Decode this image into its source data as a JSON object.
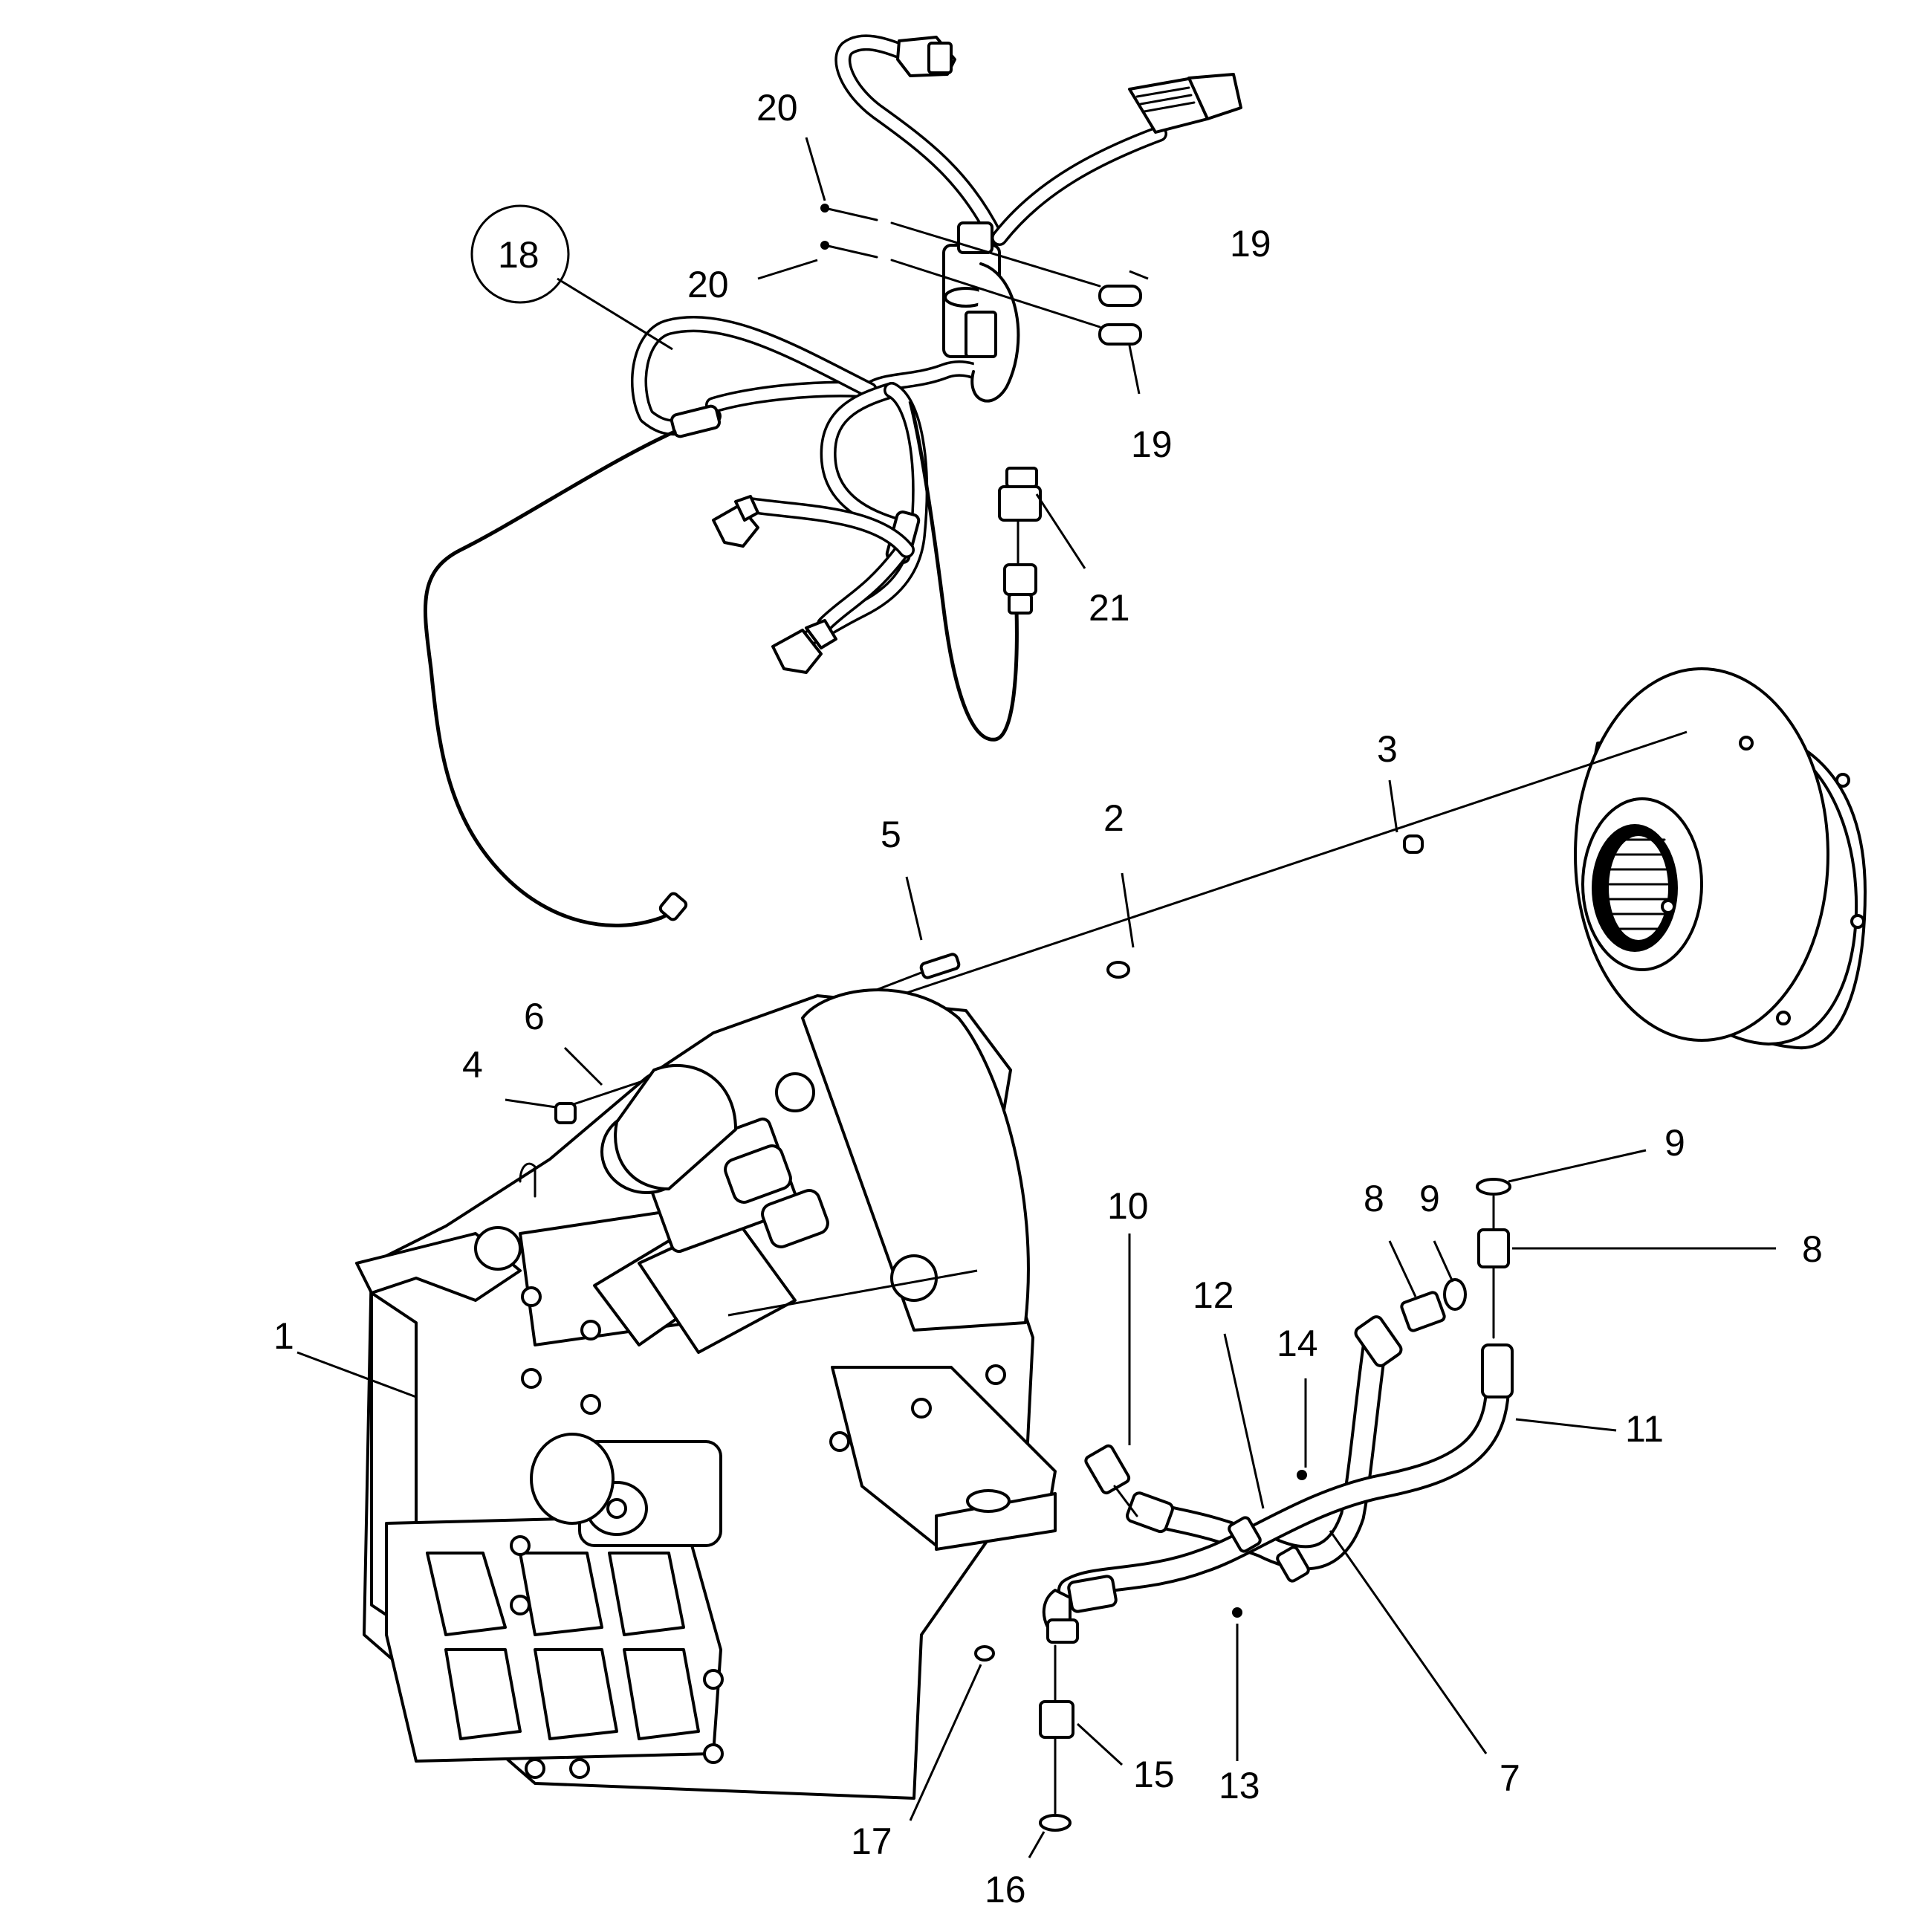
{
  "callouts": [
    {
      "id": "1",
      "label": "1"
    },
    {
      "id": "2",
      "label": "2"
    },
    {
      "id": "3",
      "label": "3"
    },
    {
      "id": "4",
      "label": "4"
    },
    {
      "id": "5",
      "label": "5"
    },
    {
      "id": "6",
      "label": "6"
    },
    {
      "id": "7",
      "label": "7"
    },
    {
      "id": "8a",
      "label": "8"
    },
    {
      "id": "8b",
      "label": "8"
    },
    {
      "id": "9a",
      "label": "9"
    },
    {
      "id": "9b",
      "label": "9"
    },
    {
      "id": "10",
      "label": "10"
    },
    {
      "id": "11",
      "label": "11"
    },
    {
      "id": "12",
      "label": "12"
    },
    {
      "id": "13",
      "label": "13"
    },
    {
      "id": "14",
      "label": "14"
    },
    {
      "id": "15",
      "label": "15"
    },
    {
      "id": "16",
      "label": "16"
    },
    {
      "id": "17",
      "label": "17"
    },
    {
      "id": "18",
      "label": "18"
    },
    {
      "id": "19a",
      "label": "19"
    },
    {
      "id": "19b",
      "label": "19"
    },
    {
      "id": "20a",
      "label": "20"
    },
    {
      "id": "20b",
      "label": "20"
    },
    {
      "id": "21",
      "label": "21"
    }
  ]
}
